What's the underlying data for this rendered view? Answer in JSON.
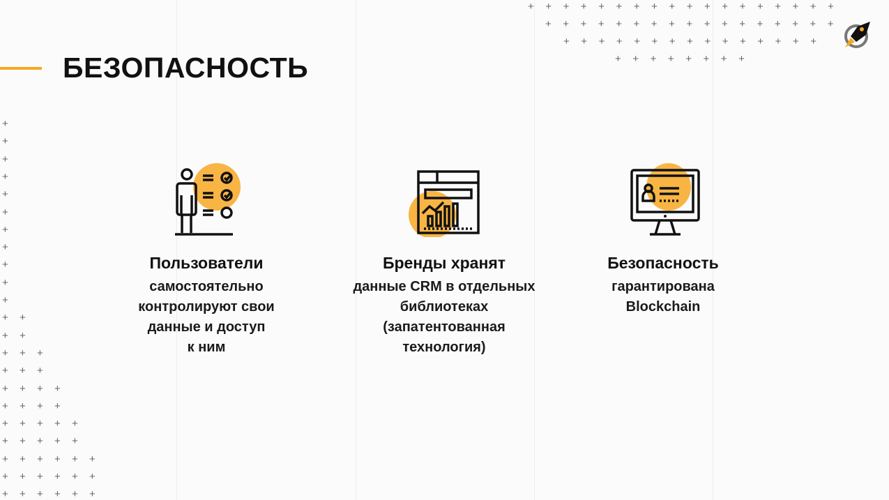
{
  "slide": {
    "title": "БЕЗОПАСНОСТЬ",
    "accent_color": "#f7a823",
    "logo_icon": "rocket-logo-icon",
    "features": [
      {
        "icon": "user-checklist-icon",
        "heading": "Пользователи",
        "lines": [
          "самостоятельно",
          "контролируют свои",
          "данные и доступ",
          "к ним"
        ]
      },
      {
        "icon": "browser-analytics-icon",
        "heading": "Бренды хранят",
        "lines": [
          "данные CRM в отдельных",
          "библиотеках",
          "(запатентованная",
          "технология)"
        ]
      },
      {
        "icon": "monitor-profile-icon",
        "heading": "Безопасность",
        "lines": [
          "гарантирована",
          "Blockchain"
        ]
      }
    ]
  }
}
